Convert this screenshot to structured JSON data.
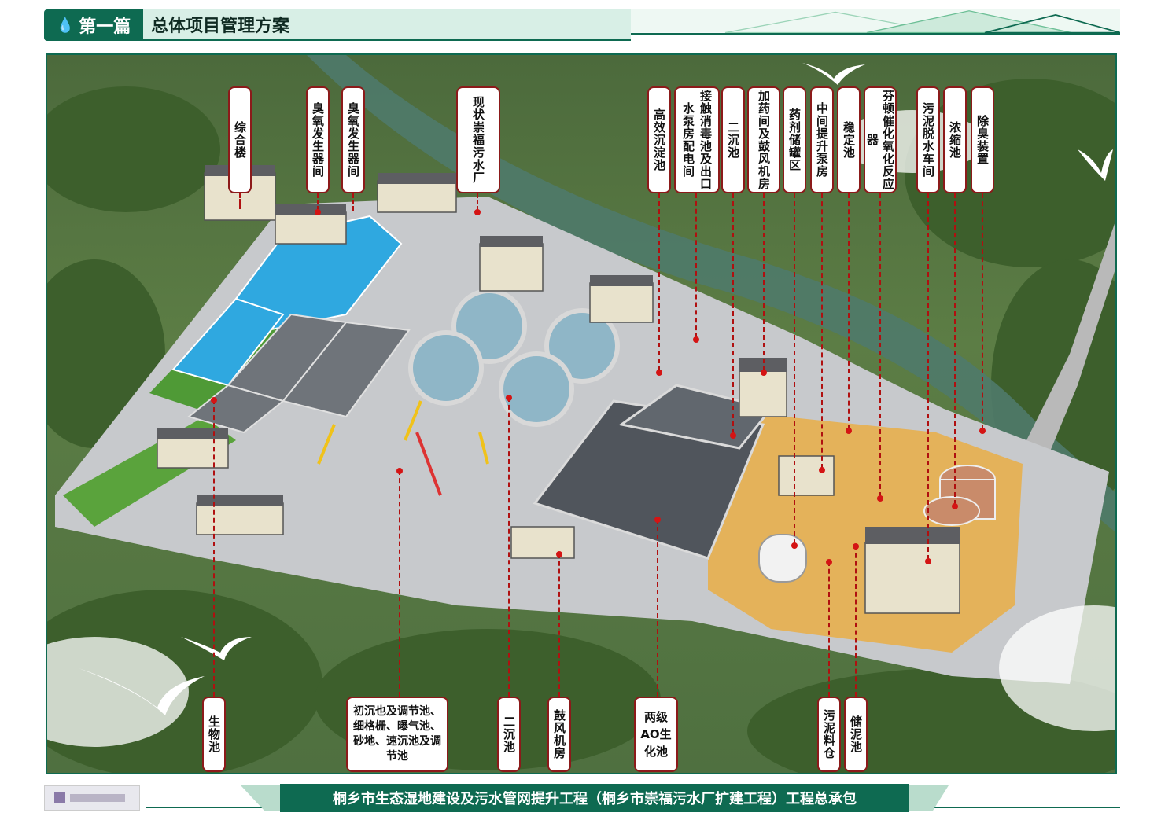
{
  "header": {
    "chapter": "第一篇",
    "title": "总体项目管理方案"
  },
  "labels": {
    "zonghelou": "综合楼",
    "chouyang1": "臭氧发生器间",
    "chouyang2": "臭氧发生器间",
    "xianzhuang": "现状崇福污水厂",
    "gaoxiao": "高效沉淀池",
    "jiechu": "接触消毒池及出口水泵房配电间",
    "erchen_top": "二沉池",
    "jiayao": "加药间及鼓风机房",
    "yaoji": "药剂储罐区",
    "zhongjian": "中间提升泵房",
    "wending": "稳定池",
    "fenton": "芬顿催化氧化反应器",
    "wuni_tuoshui": "污泥脱水车间",
    "nongsuo": "浓缩池",
    "chuchou": "除臭装置",
    "shengwu": "生物池",
    "chuchen": "初沉也及调节池、细格栅、曝气池、砂地、速沉池及调节池",
    "erchen_bottom": "二沉池",
    "gufeng": "鼓风机房",
    "ao": "两级AO生化池",
    "wuniliaocang": "污泥料仓",
    "chuni": "储泥池"
  },
  "footer": {
    "banner": "桐乡市生态湿地建设及污水管网提升工程（桐乡市崇福污水厂扩建工程）工程总承包"
  },
  "colors": {
    "brand": "#0e6a51",
    "label_border": "#8c1a1a",
    "leader": "#b01010",
    "water": "#2fa8e0"
  }
}
